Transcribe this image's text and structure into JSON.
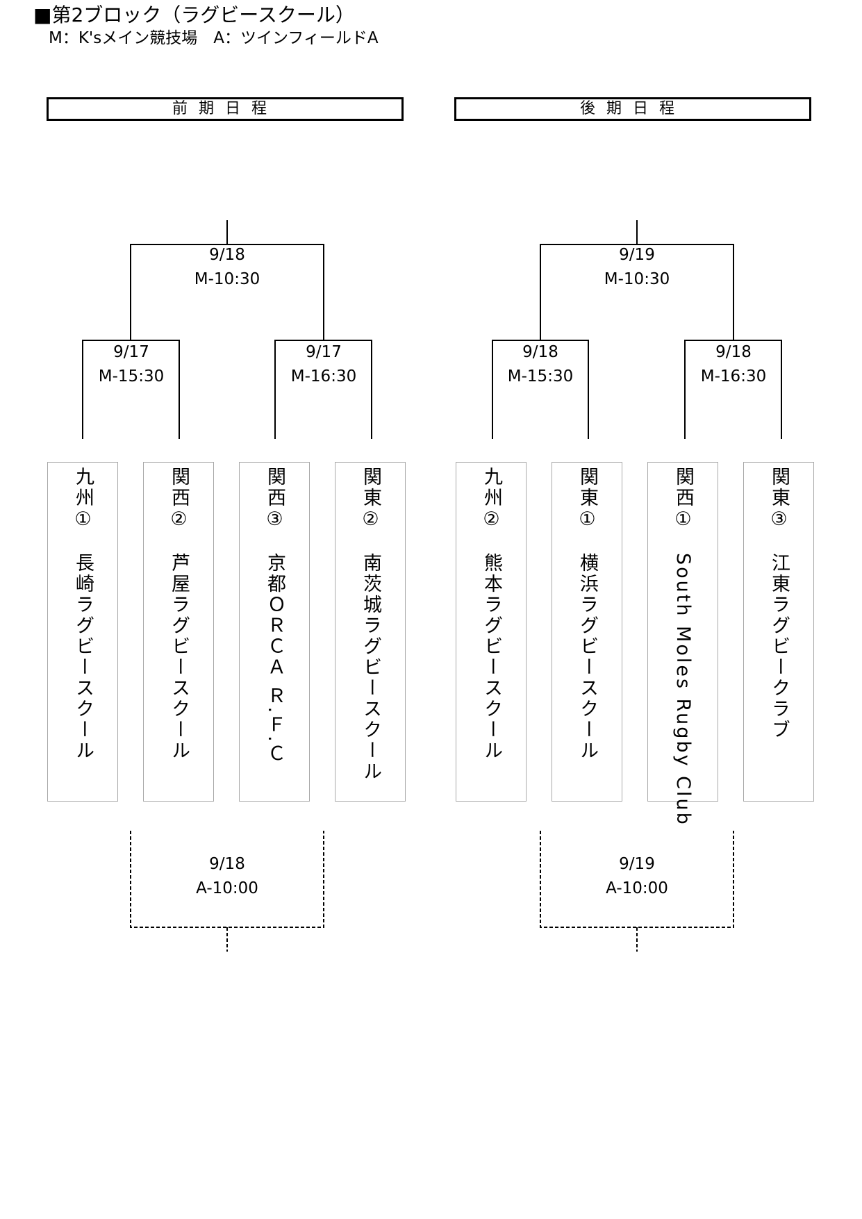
{
  "header": {
    "title": "■第2ブロック（ラグビースクール）",
    "legend": "M：K'sメイン競技場　A：ツインフィールドA"
  },
  "phases": {
    "first": "前期日程",
    "second": "後期日程"
  },
  "first_phase": {
    "final": {
      "date": "9/18",
      "slot": "M-10:30"
    },
    "semi_left": {
      "date": "9/17",
      "slot": "M-15:30"
    },
    "semi_right": {
      "date": "9/17",
      "slot": "M-16:30"
    },
    "placement": {
      "date": "9/18",
      "slot": "A-10:00"
    },
    "teams": [
      {
        "seed": "九州①",
        "name": "長崎ラグビースクール"
      },
      {
        "seed": "関西②",
        "name": "芦屋ラグビースクール"
      },
      {
        "seed": "関西③",
        "name": "京都ＯＲＣＡ Ｒ.Ｆ.Ｃ"
      },
      {
        "seed": "関東②",
        "name": "南茨城ラグビースクール"
      }
    ]
  },
  "second_phase": {
    "final": {
      "date": "9/19",
      "slot": "M-10:30"
    },
    "semi_left": {
      "date": "9/18",
      "slot": "M-15:30"
    },
    "semi_right": {
      "date": "9/18",
      "slot": "M-16:30"
    },
    "placement": {
      "date": "9/19",
      "slot": "A-10:00"
    },
    "teams": [
      {
        "seed": "九州②",
        "name": "熊本ラグビースクール"
      },
      {
        "seed": "関東①",
        "name": "横浜ラグビースクール"
      },
      {
        "seed": "関西①",
        "name": "South Moles Rugby Club"
      },
      {
        "seed": "関東③",
        "name": "江東ラグビークラブ"
      }
    ]
  }
}
